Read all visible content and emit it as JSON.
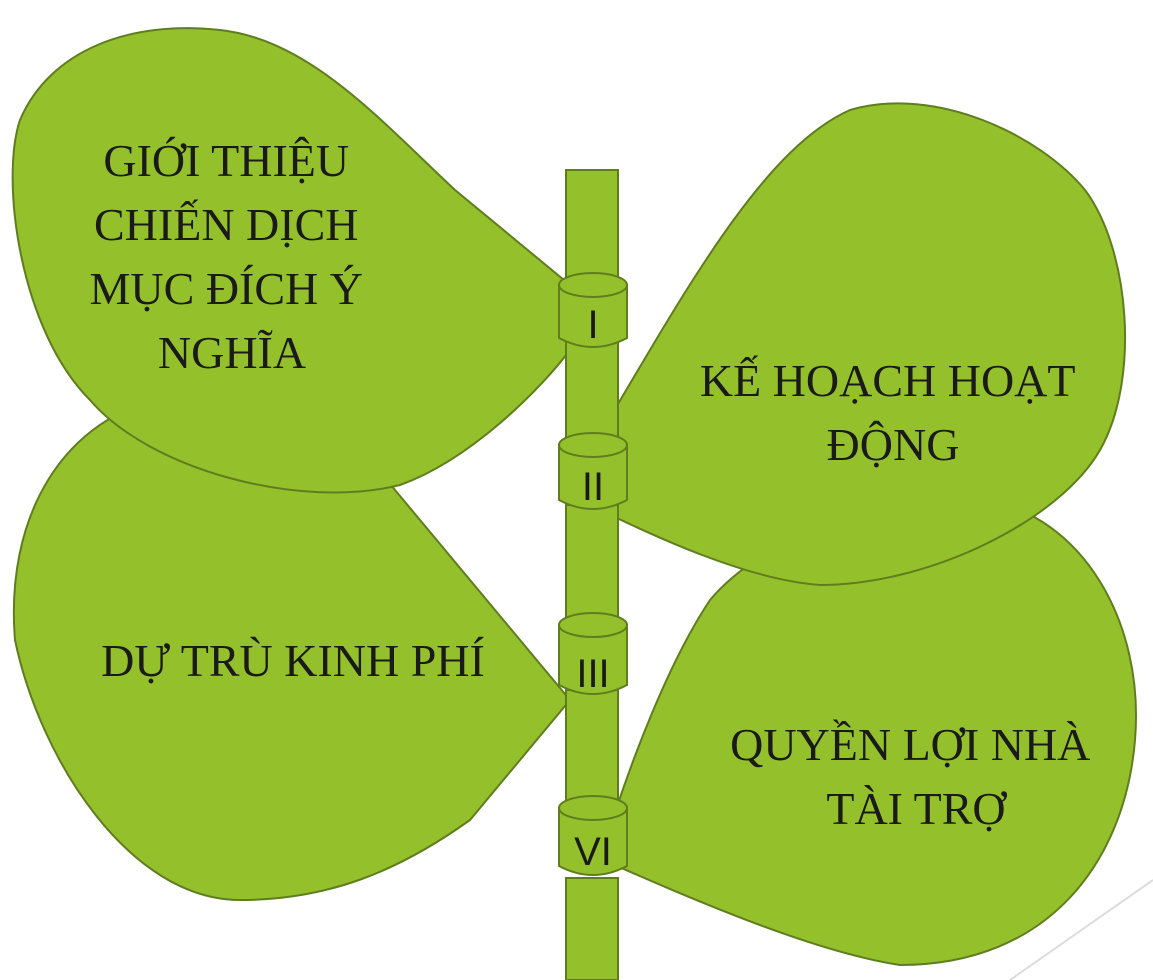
{
  "colors": {
    "leaf_fill": "#94c12b",
    "leaf_stroke": "#5f7d1e",
    "stem_fill": "#94c12b",
    "text": "#1a1a1a"
  },
  "leaves": [
    {
      "id": "intro",
      "lines": [
        "GIỚI THIỆU",
        "CHIẾN DỊCH",
        "MỤC ĐÍCH Ý",
        "NGHĨA"
      ]
    },
    {
      "id": "plan",
      "lines": [
        "KẾ HOẠCH HOẠT",
        "ĐỘNG"
      ]
    },
    {
      "id": "budget",
      "lines": [
        "DỰ TRÙ KINH PHÍ"
      ]
    },
    {
      "id": "sponsor",
      "lines": [
        "QUYỀN LỢI NHÀ",
        "TÀI TRỢ"
      ]
    }
  ],
  "rings": [
    "I",
    "II",
    "III",
    "VI"
  ]
}
